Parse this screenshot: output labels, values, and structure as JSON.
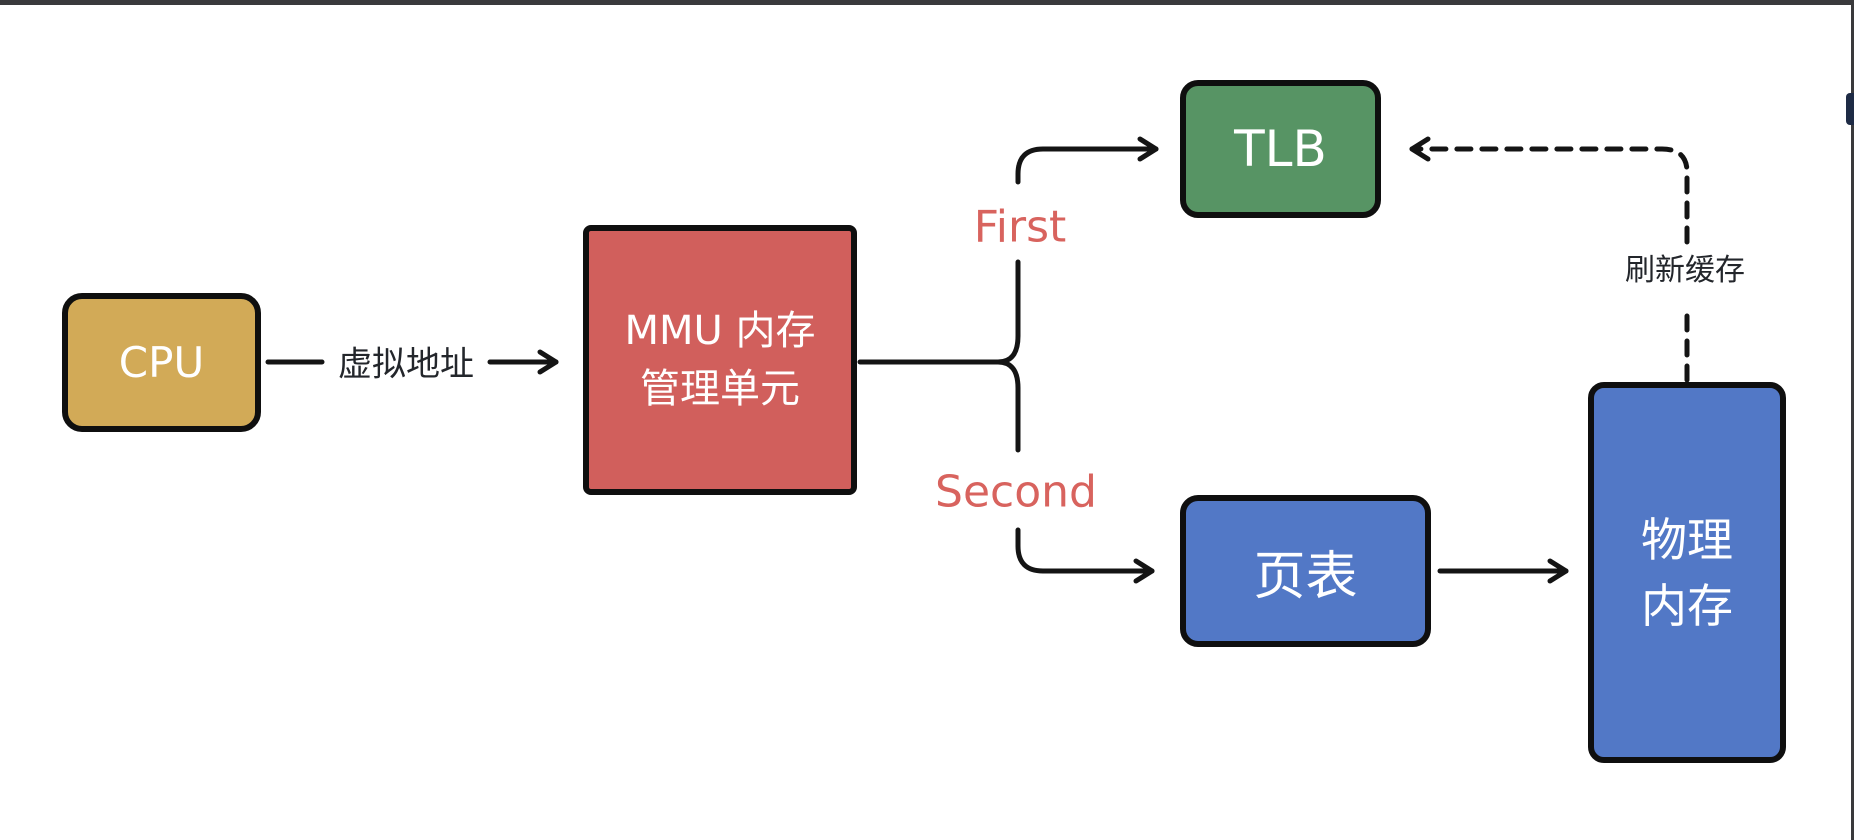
{
  "page": {
    "background": "#FFFFFF",
    "top_bar_color": "#3A3A3C",
    "right_edge_color": "#3A3A3C",
    "scroll_thumb_color": "#1E2B45"
  },
  "nodes": {
    "cpu": {
      "label": "CPU",
      "fill": "#D2AA57",
      "text_color": "#FFFFFF"
    },
    "mmu": {
      "line1": "MMU 内存",
      "line2": "管理单元",
      "fill": "#D15F5C",
      "text_color": "#FFFFFF"
    },
    "tlb": {
      "label": "TLB",
      "fill": "#579464",
      "text_color": "#FFFFFF"
    },
    "page_table": {
      "label": "页表",
      "fill": "#5278C6",
      "text_color": "#FFFFFF"
    },
    "physical_memory": {
      "line1": "物理",
      "line2": "内存",
      "fill": "#5278C6",
      "text_color": "#FFFFFF"
    }
  },
  "edge_labels": {
    "virtual_address": {
      "text": "虚拟地址",
      "color": "#23262B"
    },
    "first": {
      "text": "First",
      "color": "#D8635E"
    },
    "second": {
      "text": "Second",
      "color": "#D8635E"
    },
    "flush_cache": {
      "text": "刷新缓存",
      "color": "#23262B"
    }
  },
  "connector_color": "#141414"
}
